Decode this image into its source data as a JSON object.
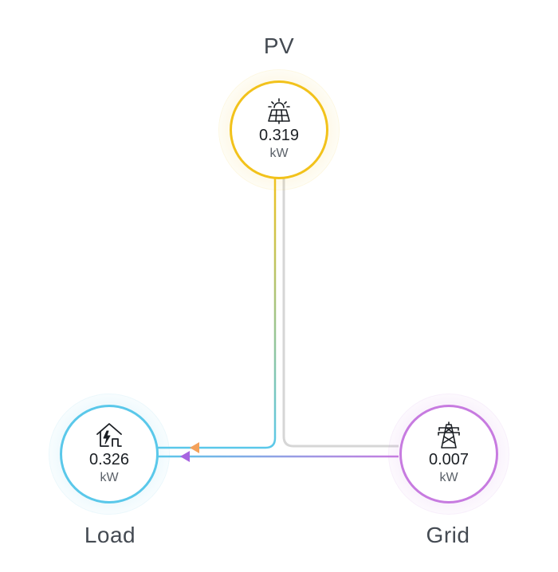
{
  "colors": {
    "pv": "#f2c21b",
    "load": "#5ac8ea",
    "grid": "#c77be0",
    "pv_to_load_arrow": "#f4a15a",
    "grid_to_load_arrow": "#a764e0",
    "inactive_line": "#d6d6d6",
    "text": "#444a52"
  },
  "nodes": {
    "pv": {
      "title": "PV",
      "value": "0.319",
      "unit": "kW",
      "icon": "solar-panel-icon"
    },
    "load": {
      "title": "Load",
      "value": "0.326",
      "unit": "kW",
      "icon": "house-lightning-icon"
    },
    "grid": {
      "title": "Grid",
      "value": "0.007",
      "unit": "kW",
      "icon": "transmission-tower-icon"
    }
  },
  "flows": [
    {
      "from": "PV",
      "to": "Load"
    },
    {
      "from": "Grid",
      "to": "Load"
    },
    {
      "from": "PV",
      "to": "Grid",
      "active": false
    }
  ]
}
